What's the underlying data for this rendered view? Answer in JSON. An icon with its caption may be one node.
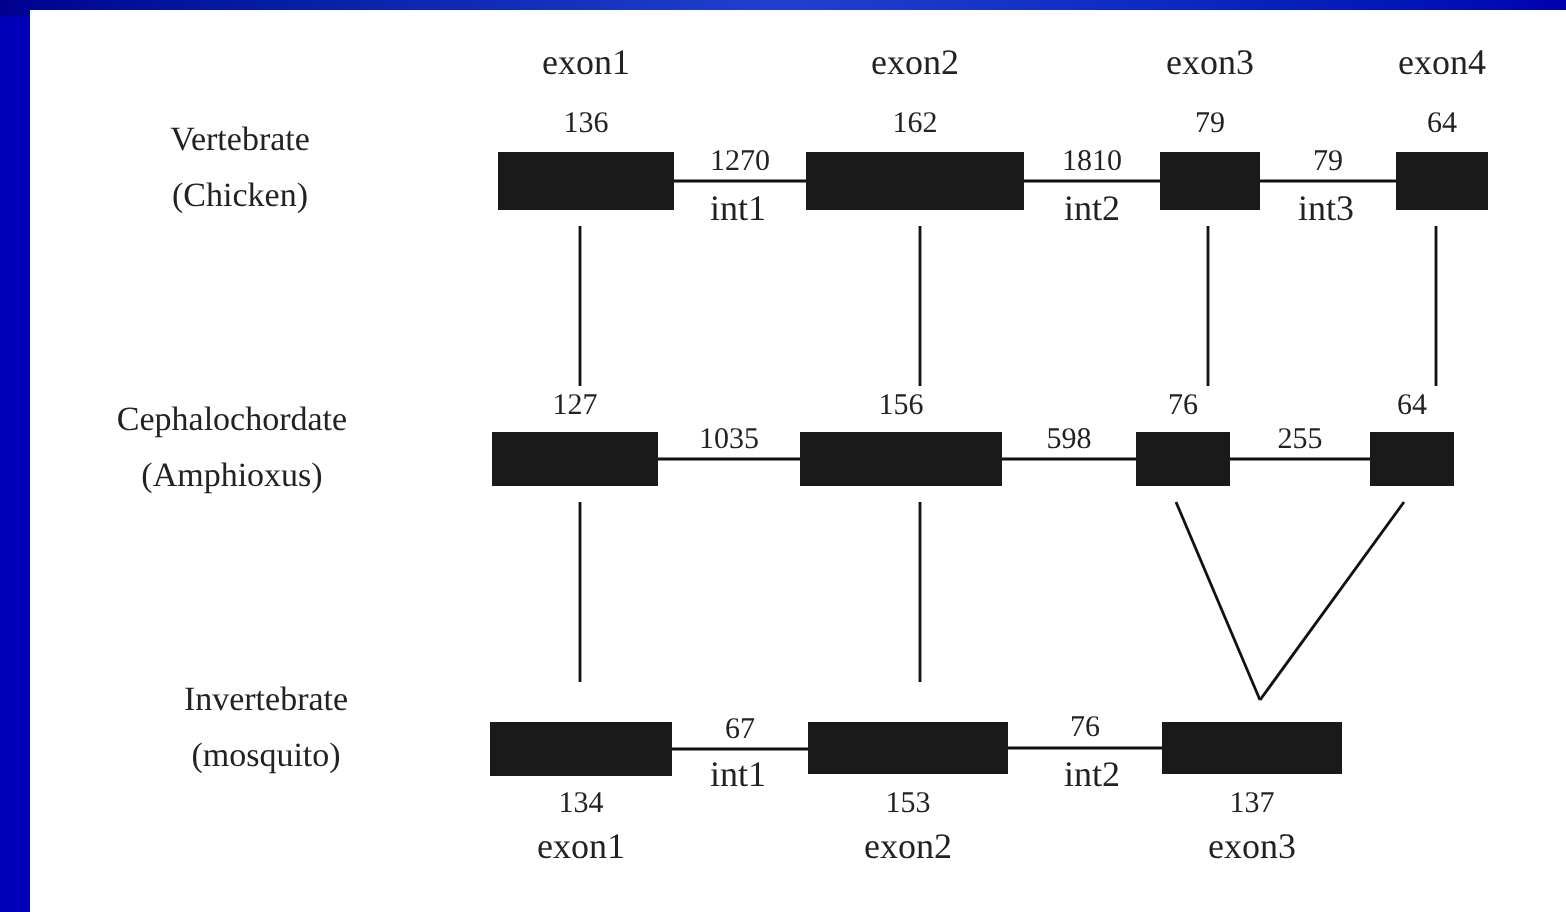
{
  "diagram": {
    "nodes": [
      {
        "text": [],
        "shape": "bar",
        "beside": [
          "exon1",
          "136"
        ]
      },
      {
        "text": [],
        "shape": "bar",
        "beside": [
          "exon2",
          "162"
        ]
      },
      {
        "text": [],
        "shape": "bar",
        "beside": [
          "exon3",
          "79"
        ]
      },
      {
        "text": [],
        "shape": "bar",
        "beside": [
          "exon4",
          "64"
        ]
      },
      {
        "text": [],
        "shape": "bar",
        "beside": [
          "127"
        ]
      },
      {
        "text": [],
        "shape": "bar",
        "beside": [
          "156"
        ]
      },
      {
        "text": [],
        "shape": "bar",
        "beside": [
          "76"
        ]
      },
      {
        "text": [],
        "shape": "bar",
        "beside": [
          "64"
        ]
      },
      {
        "text": [],
        "shape": "bar",
        "beside": [
          "134",
          "exon1"
        ]
      },
      {
        "text": [],
        "shape": "bar",
        "beside": [
          "153",
          "exon2"
        ]
      },
      {
        "text": [],
        "shape": "bar",
        "beside": [
          "137",
          "exon3"
        ]
      }
    ],
    "edges": [
      {
        "from": 0,
        "to": 1,
        "arrow": "none",
        "label": "1270"
      },
      {
        "from": 1,
        "to": 2,
        "arrow": "none",
        "label": "1810"
      },
      {
        "from": 2,
        "to": 3,
        "arrow": "none",
        "label": "79"
      },
      {
        "from": 4,
        "to": 5,
        "arrow": "none",
        "label": "1035"
      },
      {
        "from": 5,
        "to": 6,
        "arrow": "none",
        "label": "598"
      },
      {
        "from": 6,
        "to": 7,
        "arrow": "none",
        "label": "255"
      },
      {
        "from": 8,
        "to": 9,
        "arrow": "none",
        "label": "67"
      },
      {
        "from": 9,
        "to": 10,
        "arrow": "none",
        "label": "76"
      },
      {
        "from": 0,
        "to": 4,
        "arrow": "none"
      },
      {
        "from": 1,
        "to": 5,
        "arrow": "none"
      },
      {
        "from": 2,
        "to": 6,
        "arrow": "none"
      },
      {
        "from": 3,
        "to": 7,
        "arrow": "none"
      },
      {
        "from": 4,
        "to": 8,
        "arrow": "none"
      },
      {
        "from": 5,
        "to": 9,
        "arrow": "none"
      },
      {
        "from": 6,
        "to": 10,
        "arrow": "none"
      },
      {
        "from": 7,
        "to": 10,
        "arrow": "none"
      }
    ],
    "labels": [
      "Vertebrate (Chicken)",
      "int1",
      "int2",
      "int3",
      "Cephalochordate (Amphioxus)",
      "Invertebrate (mosquito)",
      "int1",
      "int2"
    ]
  }
}
